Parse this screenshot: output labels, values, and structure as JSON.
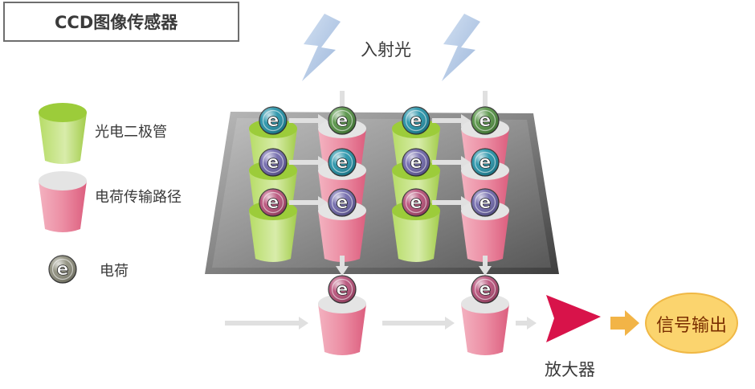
{
  "title": "CCD图像传感器",
  "incident_light": "入射光",
  "legend": {
    "photodiode": "光电二极管",
    "charge_path": "电荷传输路径",
    "charge": "电荷"
  },
  "charge_symbol": "e",
  "amplifier": "放大器",
  "signal_output": "信号输出",
  "colors": {
    "photodiode_green": "#9ccc3a",
    "transfer_pink": "#e8748e",
    "charge_teal": "#1d8fa6",
    "charge_green": "#4f8f3e",
    "charge_purple": "#6a62a8",
    "charge_magenta": "#b54a74",
    "charge_gray": "#8a8a78",
    "amplifier_red": "#d8134a",
    "output_orange": "#f2b447",
    "output_fill": "#fbd46e"
  }
}
